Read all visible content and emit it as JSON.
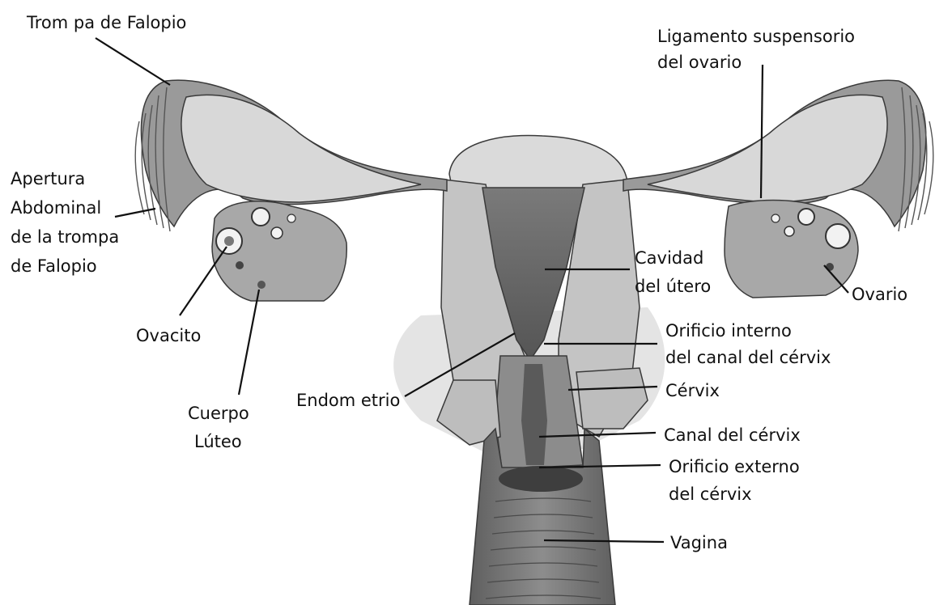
{
  "diagram": {
    "labels": {
      "trompa": "Trom pa de Falopio",
      "ligamento_1": "Ligamento suspensorio",
      "ligamento_2": "del ovario",
      "apertura_1": "Apertura",
      "apertura_2": "Abdominal",
      "apertura_3": "de la trompa",
      "apertura_4": "de Falopio",
      "ovacito": "Ovacito",
      "cuerpo_1": "Cuerpo",
      "cuerpo_2": "Lúteo",
      "cavidad_1": "Cavidad",
      "cavidad_2": "del útero",
      "ovario": "Ovario",
      "orificio_interno_1": "Orificio interno",
      "orificio_interno_2": "del canal del cérvix",
      "endometrio": "Endom etrio",
      "cervix": "Cérvix",
      "canal": "Canal del cérvix",
      "orificio_externo_1": "Orificio externo",
      "orificio_externo_2": "del cérvix",
      "vagina": "Vagina"
    },
    "colors": {
      "tissue_dark": "#6e6e6e",
      "tissue_mid": "#9a9a9a",
      "tissue_light": "#c9c9c9",
      "tissue_pale": "#e3e3e3",
      "line": "#111111"
    }
  }
}
